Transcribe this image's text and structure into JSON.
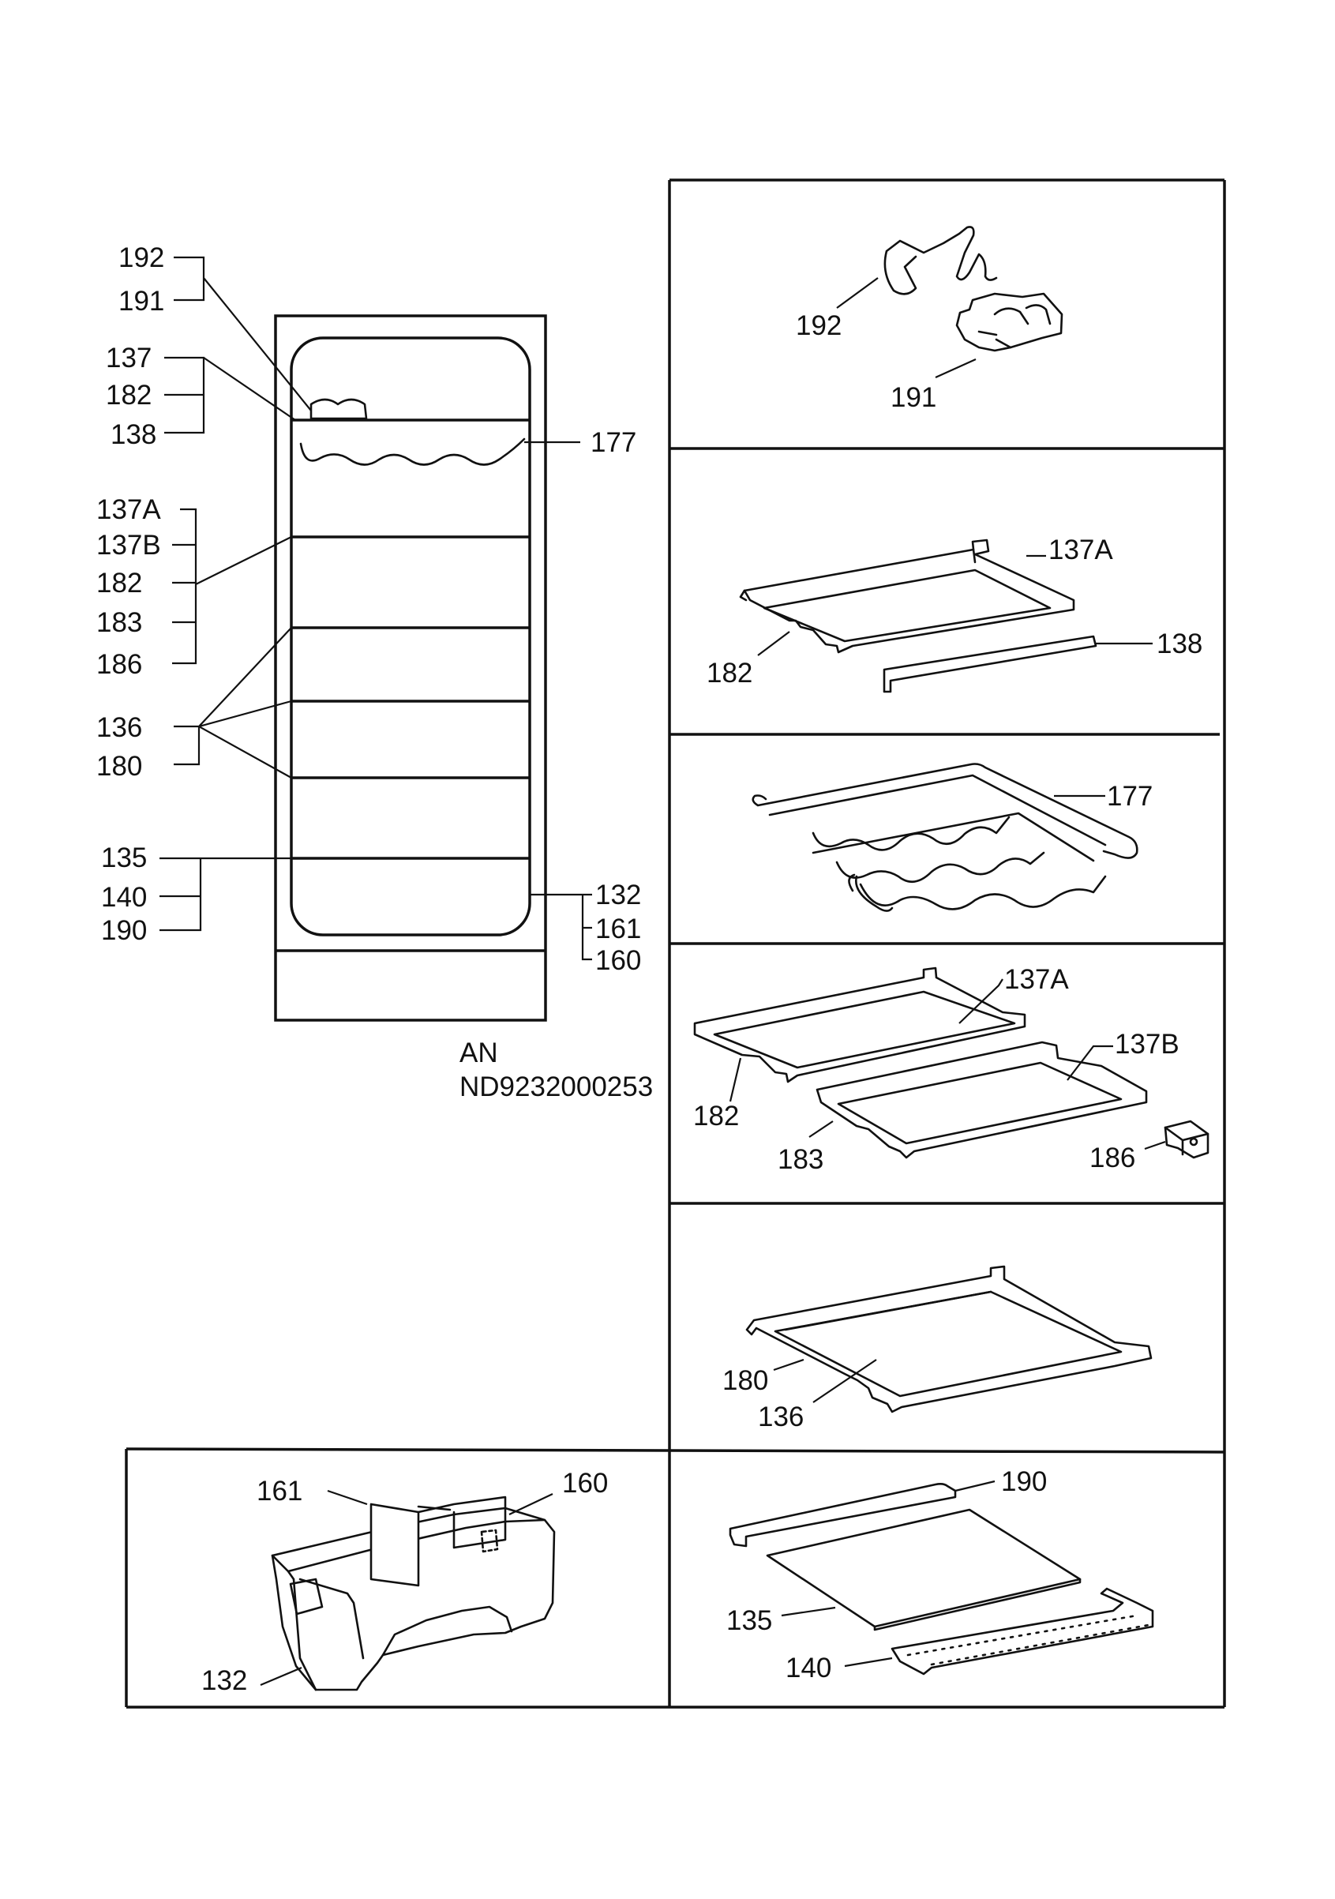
{
  "overview": {
    "left_labels": [
      "192",
      "191",
      "137",
      "182",
      "138",
      "137A",
      "137B",
      "182",
      "183",
      "186",
      "136",
      "180",
      "135",
      "140",
      "190"
    ],
    "right_labels": [
      "177",
      "132",
      "161",
      "160"
    ]
  },
  "caption": {
    "line1": "AN",
    "line2": "ND9232000253"
  },
  "panels": {
    "clip_bracket": {
      "l192": "192",
      "l191": "191"
    },
    "shelf_a": {
      "l137a": "137A",
      "l182": "182",
      "l138": "138"
    },
    "wine_rack": {
      "l177": "177"
    },
    "split_shelf": {
      "l137a": "137A",
      "l137b": "137B",
      "l182": "182",
      "l183": "183",
      "l186": "186"
    },
    "glass_shelf": {
      "l180": "180",
      "l136": "136"
    },
    "crisper": {
      "l161": "161",
      "l160": "160",
      "l132": "132"
    },
    "bottom_shelf": {
      "l190": "190",
      "l135": "135",
      "l140": "140"
    }
  }
}
